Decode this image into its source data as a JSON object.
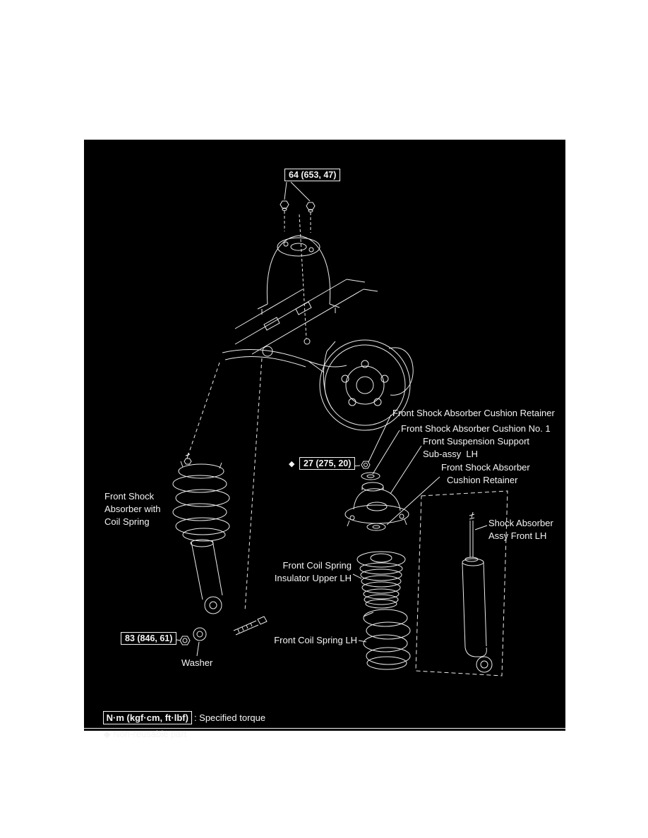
{
  "diagram": {
    "torque_upper": "64 (653, 47)",
    "torque_mid": "27 (275, 20)",
    "torque_lower": "83 (846, 61)",
    "diamond": "◆",
    "labels": {
      "cushion_retainer_upper": "Front Shock Absorber Cushion Retainer",
      "cushion_no1": "Front Shock Absorber Cushion No. 1",
      "suspension_support_line1": "Front Suspension Support",
      "suspension_support_line2": "Sub-assy  LH",
      "cushion_retainer_lower_line1": "Front Shock Absorber",
      "cushion_retainer_lower_line2": "Cushion Retainer",
      "shock_assy_line1": "Shock Absorber",
      "shock_assy_line2": "Assy Front LH",
      "strut_line1": "Front Shock",
      "strut_line2": "Absorber with",
      "strut_line3": "Coil Spring",
      "insulator_line1": "Front Coil Spring",
      "insulator_line2": "Insulator Upper LH",
      "coil_spring": "Front Coil Spring LH",
      "washer": "Washer"
    },
    "legend": {
      "torque_units": "N·m (kgf·cm, ft·lbf)",
      "torque_meaning": ": Specified torque",
      "nonreusable_diamond": "◆",
      "nonreusable_text": " Non-reusable part"
    }
  }
}
